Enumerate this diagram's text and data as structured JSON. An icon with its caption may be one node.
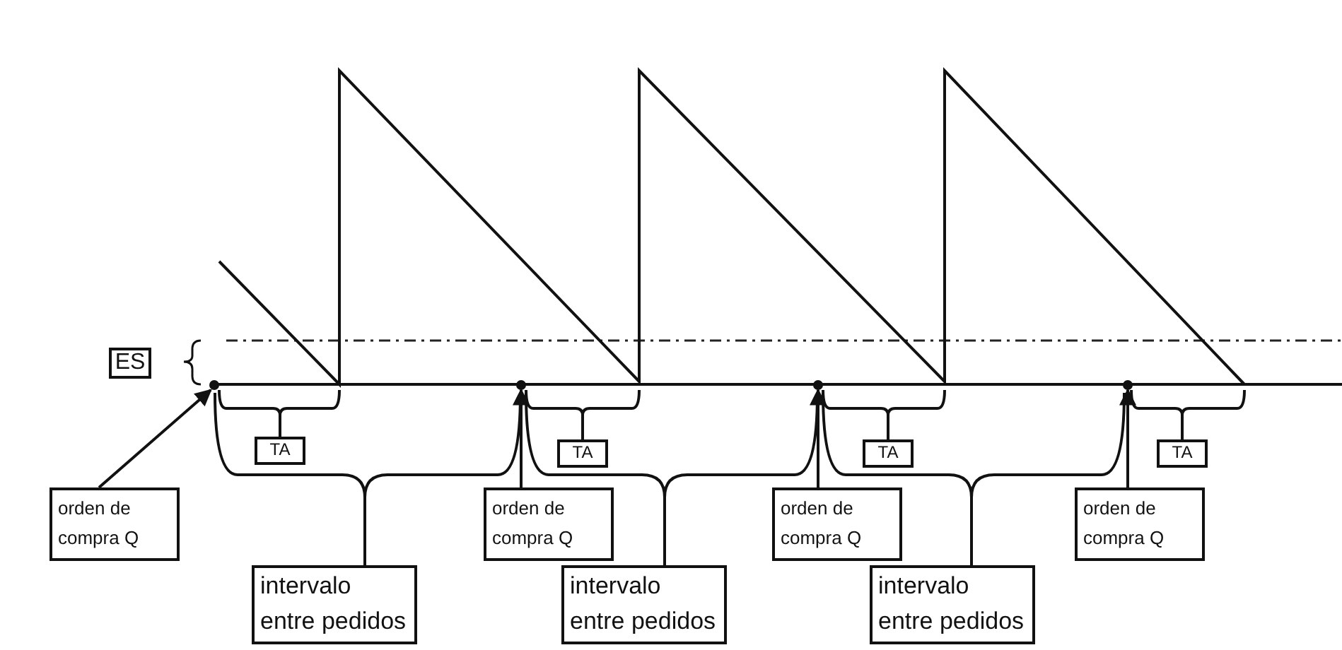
{
  "diagram": {
    "nodes": [
      {
        "text": [
          "ES"
        ]
      },
      {
        "text": [
          "TA"
        ]
      },
      {
        "text": [
          "orden de compra Q"
        ]
      },
      {
        "text": [
          "TA"
        ]
      },
      {
        "text": [
          "orden de compra Q"
        ]
      },
      {
        "text": [
          "TA"
        ]
      },
      {
        "text": [
          "orden de compra Q"
        ]
      },
      {
        "text": [
          "TA"
        ]
      },
      {
        "text": [
          "orden de compra Q"
        ]
      },
      {
        "text": [
          "intervalo entre pedidos"
        ]
      },
      {
        "text": [
          "intervalo entre pedidos"
        ]
      },
      {
        "text": [
          "intervalo entre pedidos"
        ]
      },
      {
        "text": [],
        "shape": "circle"
      },
      {
        "text": [],
        "shape": "circle"
      },
      {
        "text": [],
        "shape": "circle"
      },
      {
        "text": [],
        "shape": "circle"
      }
    ],
    "edges": [
      {
        "from": 2,
        "to": 12,
        "arrow": "to"
      },
      {
        "from": 4,
        "to": 13,
        "arrow": "to"
      },
      {
        "from": 6,
        "to": 14,
        "arrow": "to"
      },
      {
        "from": 8,
        "to": 15,
        "arrow": "to"
      }
    ]
  }
}
